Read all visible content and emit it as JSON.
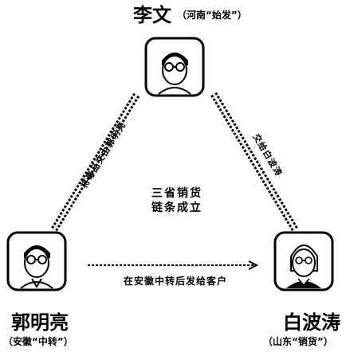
{
  "people": {
    "top": {
      "name": "李文",
      "role": "（河南“始发”）"
    },
    "left": {
      "name": "郭明亮",
      "role": "（安徽“中转”）"
    },
    "right": {
      "name": "白波涛",
      "role": "（山东“销货”）"
    }
  },
  "center": {
    "line1": "三省销货",
    "line2": "链条成立"
  },
  "edges": {
    "left": "将毒品交由郭明亮",
    "right": "交给白波涛",
    "bottom": "在安徽中转后发给客户"
  }
}
